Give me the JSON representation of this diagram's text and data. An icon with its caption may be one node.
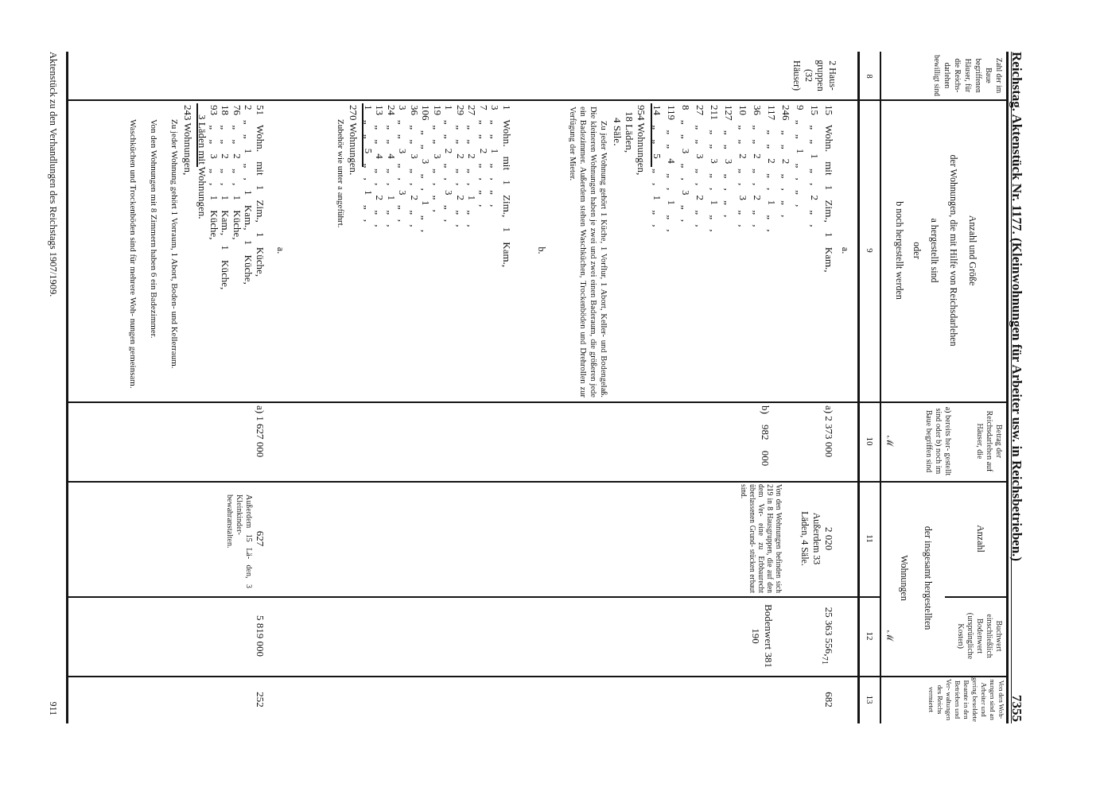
{
  "diagram": {
    "title": "Reichstag. Aktenstück Nr. 1177. (Kleinwohnungen für Arbeiter usw. in Reichsbetrieben.)",
    "labels": [
      "7355",
      "Zahl der im Baue begriffenen Häuser, für die Reichs- darlehen bewilligt sind",
      "Anzahl und Größe",
      "der Wohnungen, die mit Hilfe von Reichsdarlehen",
      "a hergestellt sind",
      "oder",
      "b noch hergestellt werden",
      "Betrag der Reichsdarlehen auf Häuser, die",
      "a) bereits her- gestellt sind oder b) noch im Baue begriffen sind",
      "ℳ",
      "Anzahl",
      "Buchwert einschließlich Bodenwert (ursprüngliche Kosten)",
      "der insgesamt hergestellten Wohnungen",
      "ℳ",
      "Von den Woh- nungen sind an Arbeiter und gering besoldete Beamte in den Betrieben und Ver- waltungen des Reichs vermietet",
      "8",
      "9",
      "10",
      "11",
      "12",
      "13",
      "2 Haus- gruppen (32 Häuser)",
      "a.",
      "15 Wohn. mit 1 Zim., 1 Kam.,",
      "15 „ „ 1 „ , 2 „ ,",
      "9 „ „ 1 „ , „ ,",
      "246 „ „ 2 „ , „ ,",
      "117 „ „ 2 „ , 1 „ ,",
      "36 „ „ 2 „ , 2 „ ,",
      "10 „ „ 2 „ , 3 „ ,",
      "127 „ „ 3 „ , „ ,",
      "211 „ „ 3 „ , 1 „ ,",
      "27 „ „ 3 „ , 2 „ ,",
      "8 „ „ 3 „ , 3 „ ,",
      "119 „ „ 4 „ , 1 „ ,",
      "14 „ „ 5 „ , 1 „ ,",
      "954 Wohnungen,",
      "18 Läden,",
      "4 Säle.",
      "Zu jeder Wohnung gehört 1 Küche, 1 Vorflur, 1 Abort, Keller- und Bodengelaß. Die kleineren Wohnungen haben je zwei und zwei einen Baderaum, die größeren jede ein Badezimmer. Außerdem stehen Waschküchen, Trockenböden und Drehrollen zur Verfügung der Mieter.",
      "b.",
      "1 Wohn. mit 1 Zim., 1 Kam.,",
      "3 „ „ 1 „ , „ ,",
      "7 „ „ 2 „ , „ ,",
      "27 „ „ 2 „ , 1 „ ,",
      "29 „ „ 2 „ , 2 „ ,",
      "1 „ „ 2 „ , 3 „ ,",
      "19 „ „ 3 „ , „ ,",
      "106 „ „ 3 „ , 1 „ ,",
      "36 „ „ 3 „ , 2 „ ,",
      "3 „ „ 3 „ , 3 „ ,",
      "24 „ „ 4 „ , 1 „ ,",
      "13 „ „ 4 „ , 2 „ ,",
      "1 „ „ 5 „ , 1 „ ,",
      "270 Wohnungen.",
      "Zubehör wie unter a angeführt.",
      "a) 2 373 000",
      "b) 982 000",
      "2 020",
      "Außerdem 33 Läden, 4 Säle.",
      "Von den Wohnungen befinden sich 219 in 8 Hausgruppen, die auf den dem Ver- eine zu Erbbaurecht überlassenen Grund- stücken erbaut sind.",
      "25 363 556,$_{71}$",
      "Bodenwert 381 190",
      "682",
      "a.",
      "51 Wohn. mit 1 Zim., 1 Küche,",
      "2 „ „ 1 „ , 1 Kam., 1 Küche,",
      "76 „ „ 2 „ , 1 Küche,",
      "18 „ „ 2 „ , 1 Kam., 1 Küche,",
      "93 „ „ 3 „ , 1 Küche,",
      "3 Läden mit Wohnungen.",
      "243 Wohnungen,",
      "Zu jeder Wohnung gehört 1 Vorraum, 1 Abort, Boden- und Kellerraum.",
      "Von den Wohnungen mit 8 Zimmern haben 6 ein Badezimmer.",
      "Waschküchen und Trockenböden sind für mehrere Woh- nungen gemeinsam.",
      "a) 1 627 000",
      "627",
      "Außerdem 15 Lä- den, 3 Kleinkinder- bewahranstalten.",
      "5 819 000",
      "252",
      "Aktenstück zu den Verhandlungen des Reichstags 1907/1909.",
      "911"
    ]
  }
}
